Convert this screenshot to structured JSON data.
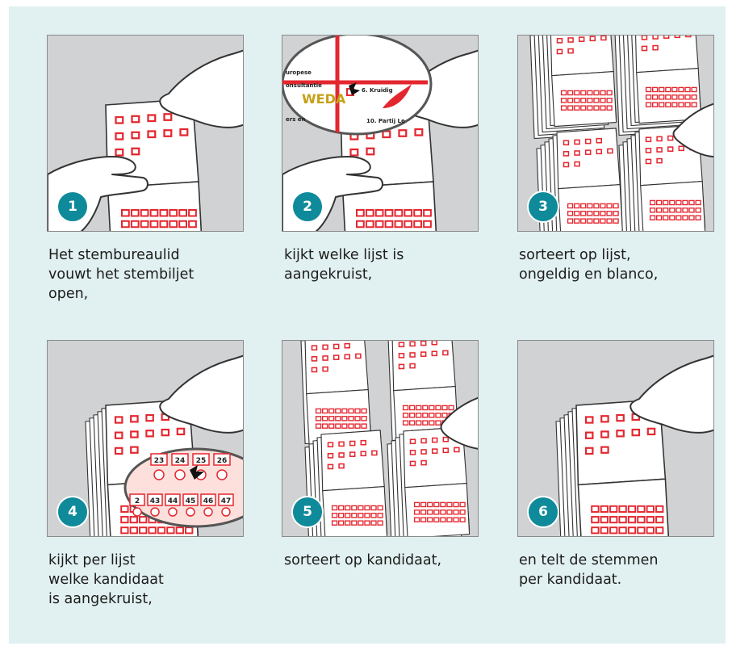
{
  "colors": {
    "background": "#e1f0f1",
    "panel": "#d1d2d3",
    "badge": "#0f8a9a",
    "mark": "#e3272f"
  },
  "steps": [
    {
      "number": "1",
      "caption": "Het stembureaulid\nvouwt het stembiljet\nopen,",
      "scene": "open-ballot-hands"
    },
    {
      "number": "2",
      "caption": "kijkt welke lijst is\naangekruist,",
      "scene": "magnifier-list-check",
      "zoom_labels": [
        "uropese",
        "onsultantie",
        "WEDA",
        "6. Kruidig",
        "10. Partij Le",
        "ers en"
      ]
    },
    {
      "number": "3",
      "caption": "sorteert op lijst,\nongeldig en blanco,",
      "scene": "stacks-by-list"
    },
    {
      "number": "4",
      "caption": "kijkt per lijst\nwelke kandidaat\nis aangekruist,",
      "scene": "magnifier-candidate",
      "zoom_numbers_top": [
        "23",
        "24",
        "25",
        "26"
      ],
      "zoom_numbers_bottom": [
        "2",
        "43",
        "44",
        "45",
        "46",
        "47"
      ]
    },
    {
      "number": "5",
      "caption": "sorteert op kandidaat,",
      "scene": "stacks-by-candidate"
    },
    {
      "number": "6",
      "caption": "en telt de stemmen\nper kandidaat.",
      "scene": "counting-stack"
    }
  ]
}
